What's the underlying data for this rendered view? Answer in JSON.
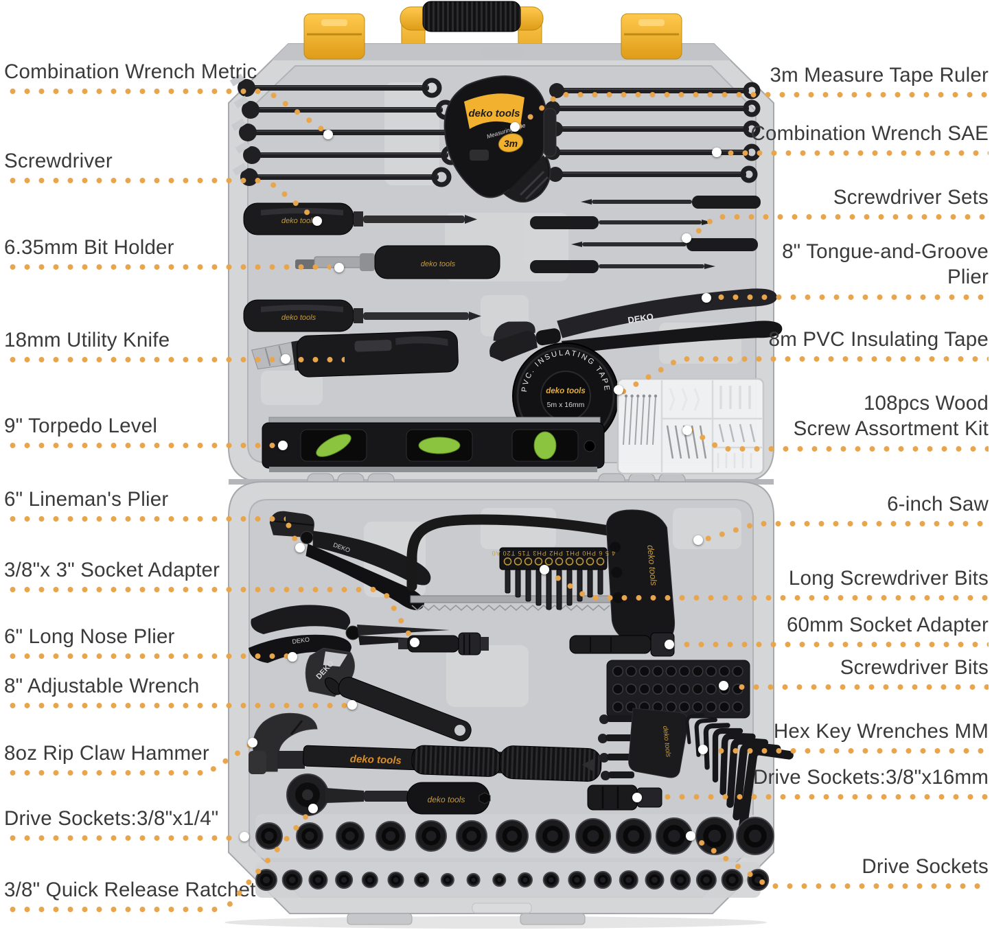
{
  "colors": {
    "leader_dot": "#E8A54B",
    "label_ink": "#3A3A3A",
    "case_yellow": "#F2B12F",
    "case_gray": "#D5D6D8",
    "tool_black": "#1B1B1E",
    "vial_green": "#8BC53F"
  },
  "labels": {
    "left": [
      {
        "id": "combination-wrench-metric",
        "text": "Combination Wrench Metric"
      },
      {
        "id": "screwdriver",
        "text": "Screwdriver"
      },
      {
        "id": "bit-holder",
        "text": "6.35mm Bit Holder"
      },
      {
        "id": "utility-knife",
        "text": "18mm Utility Knife"
      },
      {
        "id": "torpedo-level",
        "text": "9\" Torpedo Level"
      },
      {
        "id": "linemans-plier",
        "text": "6\" Lineman's Plier"
      },
      {
        "id": "socket-adapter-3in",
        "text": "3/8\"x 3\" Socket Adapter"
      },
      {
        "id": "long-nose-plier",
        "text": "6\" Long Nose Plier"
      },
      {
        "id": "adjustable-wrench",
        "text": "8\" Adjustable Wrench"
      },
      {
        "id": "rip-claw-hammer",
        "text": "8oz Rip Claw Hammer"
      },
      {
        "id": "drive-sockets-quarter",
        "text": "Drive Sockets:3/8\"x1/4\""
      },
      {
        "id": "quick-release-ratchet",
        "text": "3/8\" Quick Release Ratchet"
      }
    ],
    "right": [
      {
        "id": "measure-tape-ruler",
        "text": "3m Measure Tape Ruler"
      },
      {
        "id": "combination-wrench-sae",
        "text": "Combination Wrench SAE"
      },
      {
        "id": "screwdriver-sets",
        "text": "Screwdriver Sets"
      },
      {
        "id": "tongue-and-groove-plier",
        "text": "8\" Tongue-and-Groove\nPlier"
      },
      {
        "id": "pvc-insulating-tape",
        "text": "8m PVC Insulating Tape"
      },
      {
        "id": "wood-screw-kit",
        "text": "108pcs Wood\nScrew Assortment Kit"
      },
      {
        "id": "six-inch-saw",
        "text": "6-inch Saw"
      },
      {
        "id": "long-screwdriver-bits",
        "text": "Long Screwdriver Bits"
      },
      {
        "id": "socket-adapter-60mm",
        "text": "60mm Socket Adapter"
      },
      {
        "id": "screwdriver-bits",
        "text": "Screwdriver Bits"
      },
      {
        "id": "hex-key-wrenches",
        "text": "Hex Key Wrenches MM"
      },
      {
        "id": "drive-sockets-16mm",
        "text": "Drive Sockets:3/8\"x16mm"
      },
      {
        "id": "drive-sockets",
        "text": "Drive Sockets"
      }
    ]
  },
  "case_markings": {
    "brand_deko_tools": "deko tools",
    "brand_deko": "DEKO",
    "tape_badge": "3m",
    "tape_script": "Measuring tape",
    "pvc_ring": "PVC. INSULATING TAPE",
    "pvc_size": "5m x 16mm",
    "bit_labels": "4  5  6  PH0 PH1 PH2 PH3 T15 T20 A0"
  }
}
